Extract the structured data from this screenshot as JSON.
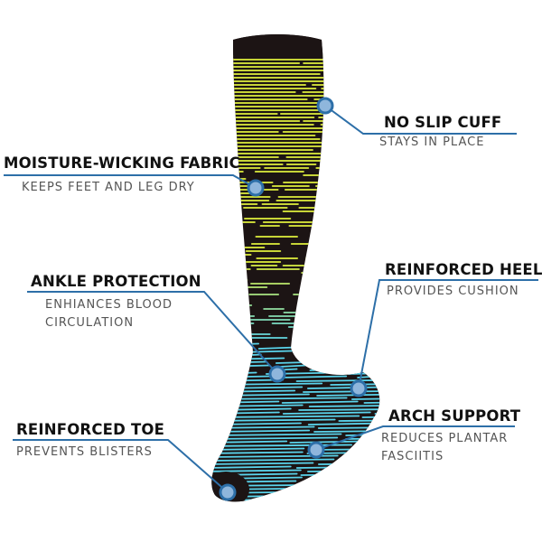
{
  "colors": {
    "accent_line": "#2d6fa8",
    "dot_fill": "#8fb6dc",
    "dot_ring": "#2d6fa8",
    "sock_base": "#1c1414",
    "stripe_yellow": "#dff03c",
    "stripe_cyan": "#5ad4ec",
    "title_text": "#111111",
    "subtitle_text": "#555555"
  },
  "features": {
    "no_slip_cuff": {
      "title": "NO SLIP CUFF",
      "subtitle": "STAYS IN PLACE"
    },
    "moisture_wicking": {
      "title": "MOISTURE-WICKING FABRIC",
      "subtitle": "KEEPS FEET AND LEG DRY"
    },
    "ankle_protection": {
      "title": "ANKLE PROTECTION",
      "subtitle_line1": "ENHIANCES BLOOD",
      "subtitle_line2": "CIRCULATION"
    },
    "reinforced_heel": {
      "title": "REINFORCED HEEL",
      "subtitle": "PROVIDES CUSHION"
    },
    "arch_support": {
      "title": "ARCH SUPPORT",
      "subtitle_line1": "REDUCES PLANTAR",
      "subtitle_line2": "FASCIITIS"
    },
    "reinforced_toe": {
      "title": "REINFORCED TOE",
      "subtitle": "PREVENTS BLISTERS"
    }
  }
}
